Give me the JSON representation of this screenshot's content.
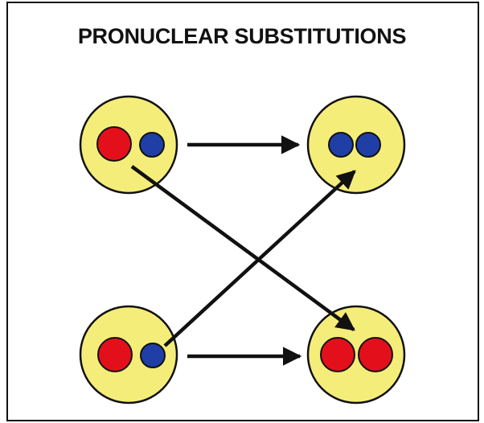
{
  "title": "PRONUCLEAR SUBSTITUTIONS",
  "colors": {
    "cell_fill": "#f5ed7a",
    "outline": "#111111",
    "maternal_pronucleus": "#e3101c",
    "paternal_pronucleus": "#1f3fa6",
    "arrow": "#111111"
  },
  "cells": [
    {
      "id": "top-left",
      "pronuclei": [
        "red",
        "blue"
      ]
    },
    {
      "id": "top-right",
      "pronuclei": [
        "blue",
        "blue"
      ]
    },
    {
      "id": "bottom-left",
      "pronuclei": [
        "red",
        "blue"
      ]
    },
    {
      "id": "bottom-right",
      "pronuclei": [
        "red",
        "red"
      ]
    }
  ],
  "arrows": [
    {
      "from": "top-left",
      "to": "top-right"
    },
    {
      "from": "top-left-red",
      "to": "bottom-right"
    },
    {
      "from": "bottom-left-blue",
      "to": "top-right"
    },
    {
      "from": "bottom-left",
      "to": "bottom-right"
    }
  ]
}
